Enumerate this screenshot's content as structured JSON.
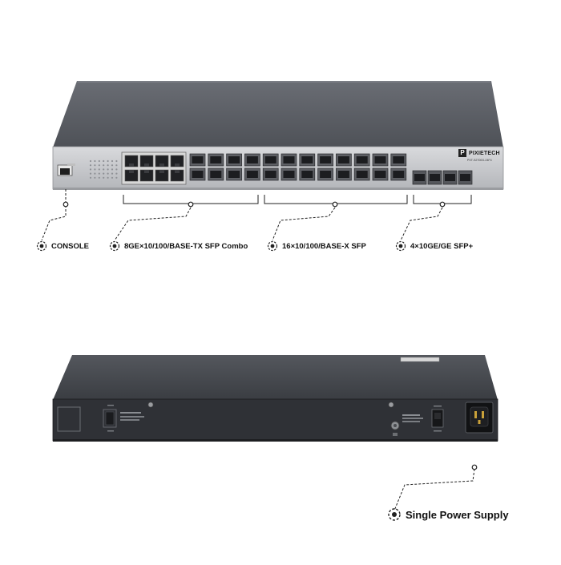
{
  "brand": {
    "name": "PIXIETECH",
    "mark": "P",
    "model": "PXT-S2700G-24F4"
  },
  "callouts": [
    {
      "id": "console",
      "label": "CONSOLE",
      "icon": "pointer-dot-icon"
    },
    {
      "id": "combo",
      "label": "8GE×10/100/BASE-TX SFP Combo",
      "icon": "pointer-dot-icon"
    },
    {
      "id": "sfp",
      "label": "16×10/100/BASE-X SFP",
      "icon": "pointer-dot-icon"
    },
    {
      "id": "sfpplus",
      "label": "4×10GE/GE SFP+",
      "icon": "pointer-dot-icon"
    },
    {
      "id": "power",
      "label": "Single Power Supply",
      "icon": "pointer-dot-icon"
    }
  ],
  "colors": {
    "chassis_top": "#5a5d64",
    "faceplate": "#c9cacd",
    "rear_panel": "#2e3035",
    "line": "#222222"
  }
}
